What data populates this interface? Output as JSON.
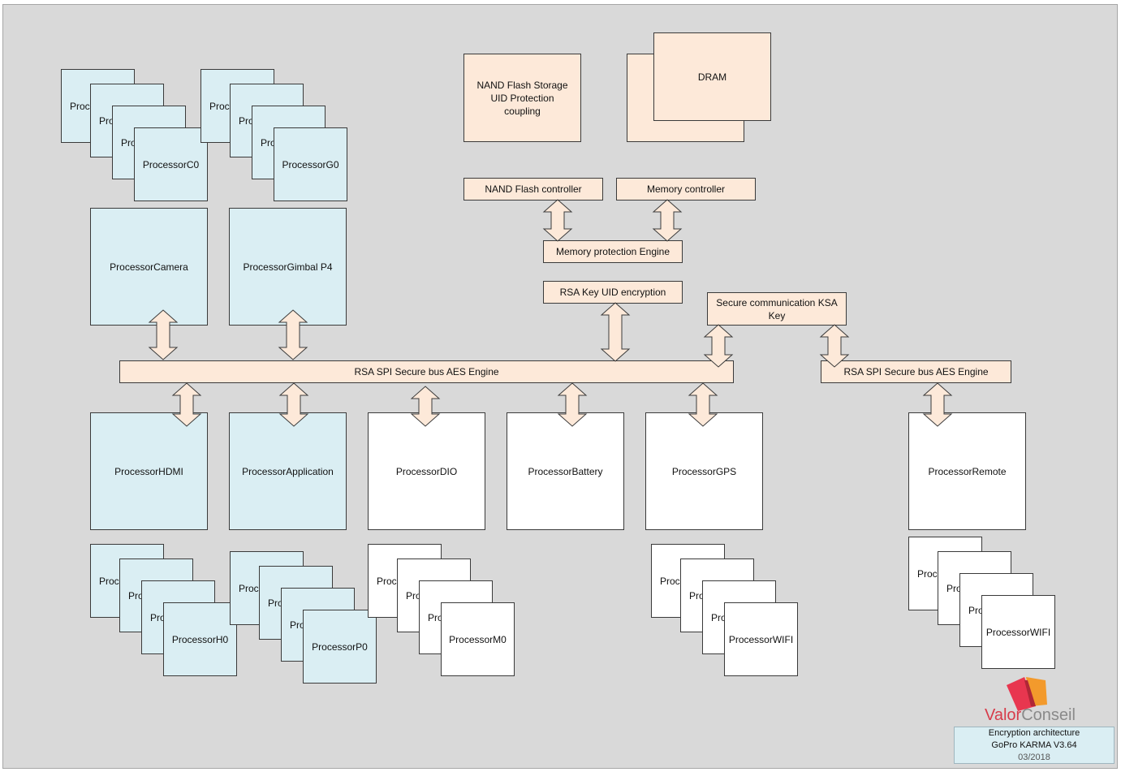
{
  "storage": {
    "nand": "NAND Flash Storage UID Protection coupling",
    "dram": "DRAM",
    "nand_controller": "NAND Flash controller",
    "memory_controller": "Memory controller",
    "memory_protection": "Memory protection Engine",
    "rsa_key": "RSA Key UID encryption",
    "secure_comm": "Secure communication KSA Key"
  },
  "bus": {
    "main": "RSA SPI Secure bus AES Engine",
    "remote": "RSA SPI Secure bus AES Engine"
  },
  "processors": {
    "camera": "ProcessorCamera",
    "gimbal": "ProcessorGimbal P4",
    "hdmi": "ProcessorHDMI",
    "application": "ProcessorApplication",
    "dio": "ProcessorDIO",
    "battery": "ProcessorBattery",
    "gps": "ProcessorGPS",
    "remote": "ProcessorRemote"
  },
  "stacks": {
    "c_front": "ProcessorC0",
    "c_peek": "Proc",
    "g_front": "ProcessorG0",
    "g_peek": "Proc",
    "h_front": "ProcessorH0",
    "h_peek": "Proc",
    "p_front": "ProcessorP0",
    "p_peek": "Proc",
    "m_front": "ProcessorM0",
    "m_peek": "Proc",
    "wifi_front": "ProcessorWIFI",
    "wifi_peek": "Proc",
    "wifi2_front": "ProcessorWIFI",
    "wifi2_peek": "Proc"
  },
  "brand": {
    "part1": "Valor",
    "part2": "Conseil"
  },
  "title_block": {
    "line1": "Encryption architecture",
    "line2": "GoPro KARMA V3.64",
    "date": "03/2018"
  },
  "colors": {
    "blue": "#daeef3",
    "peach": "#fde9d9",
    "white": "#ffffff",
    "background": "#d9d9d9",
    "logo_red": "#e8364f",
    "logo_orange": "#f39a2c"
  }
}
